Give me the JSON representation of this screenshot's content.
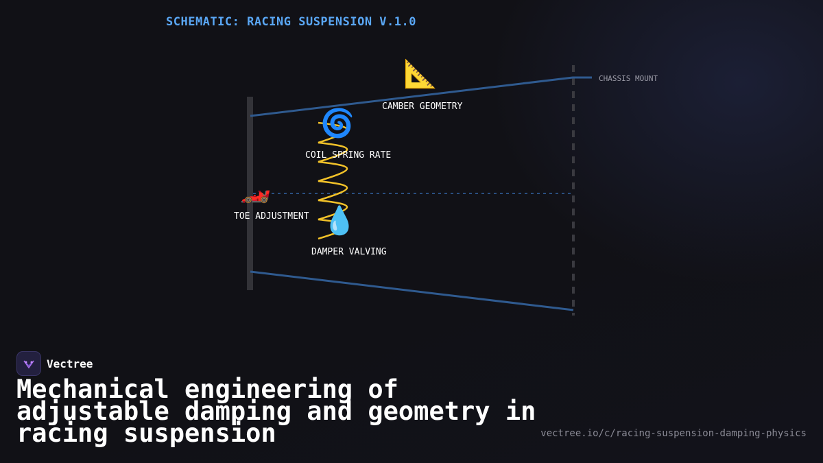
{
  "diagram": {
    "title": "SCHEMATIC: RACING SUSPENSION V.1.0",
    "chassis_label": "CHASSIS MOUNT",
    "components": [
      {
        "emoji": "📐",
        "label": "CAMBER GEOMETRY"
      },
      {
        "emoji": "🌀",
        "label": "COIL SPRING RATE"
      },
      {
        "emoji": "🏎️",
        "label": "TOE ADJUSTMENT"
      },
      {
        "emoji": "💧",
        "label": "DAMPER VALVING"
      }
    ],
    "colors": {
      "title": "#5aa7f5",
      "arm": "#2f5a8f",
      "spring": "#f2c229",
      "upright": "#333338",
      "chassis": "#3a3a40"
    }
  },
  "brand": {
    "name": "Vectree",
    "icon": "vectree-logo-icon"
  },
  "headline": "Mechanical engineering of adjustable damping and geometry in racing suspension",
  "url": "vectree.io/c/racing-suspension-damping-physics"
}
